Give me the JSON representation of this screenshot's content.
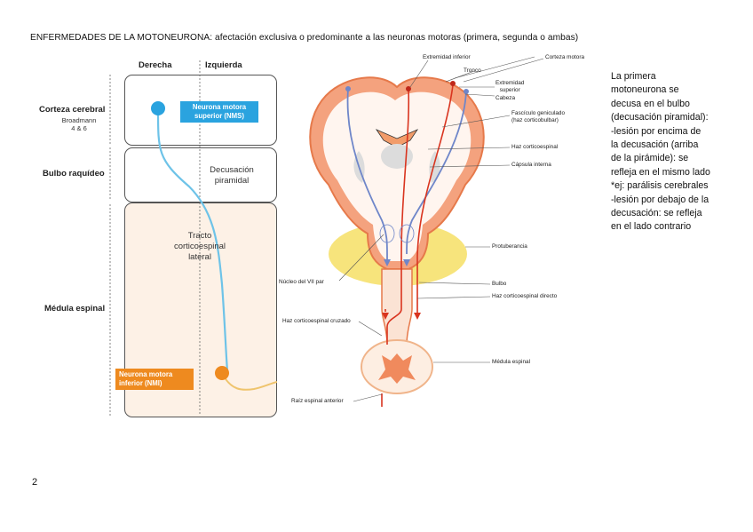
{
  "slide": {
    "title": "ENFERMEDADES DE LA MOTONEURONA: afectación exclusiva o predominante a las neuronas motoras (primera, segunda o ambas)",
    "page_number": "2"
  },
  "left_figure": {
    "columns": {
      "right": "Derecha",
      "left": "Izquierda"
    },
    "rows": {
      "cortex": "Corteza cerebral",
      "cortex_sub": "Broadmann\n4 & 6",
      "medulla": "Bulbo raquídeo",
      "spinal": "Médula espinal"
    },
    "upper_neuron_label": "Neurona motora\nsuperior (NMS)",
    "decussation_label": "Decusación\npiramidal",
    "tract_label": "Tracto\ncorticoespinal\nlateral",
    "lower_neuron_label": "Neurona motora\ninferior (NMI)",
    "colors": {
      "upper": "#2aa3df",
      "lower": "#ee8a1f",
      "spinal_bg": "#fdf1e6"
    }
  },
  "right_figure": {
    "labels": {
      "extremidad_inferior": "Extremidad inferior",
      "tronco": "Tronco",
      "corteza_motora": "Corteza motora",
      "extremidad_superior": "Extremidad\nsuperior",
      "cabeza": "Cabeza",
      "fasciculo": "Fascículo geniculado\n(haz corticobulbar)",
      "haz_corticoespinal": "Haz corticoespinal",
      "capsula": "Cápsula interna",
      "protuberancia": "Protuberancia",
      "nucleo": "Núcleo del VII par",
      "bulbo": "Bulbo",
      "haz_directo": "Haz corticoespinal directo",
      "haz_cruzado": "Haz corticoespinal cruzado",
      "medula": "Médula espinal",
      "raiz": "Raíz espinal anterior"
    },
    "colors": {
      "cortex": "#f08a5d",
      "pathway_red": "#d9341f",
      "pathway_blue": "#6f86c9",
      "pons": "#f6e27a"
    }
  },
  "side_note": {
    "lines": [
      "La primera",
      "motoneurona se",
      "decusa en el bulbo",
      "(decusación piramidal):",
      "-lesión por encima de",
      "la decusación (arriba",
      "de la pirámide): se",
      "refleja en el mismo lado",
      "*ej: parálisis cerebrales",
      "-lesión por debajo de la",
      "decusación: se refleja",
      "en el lado contrario"
    ]
  }
}
